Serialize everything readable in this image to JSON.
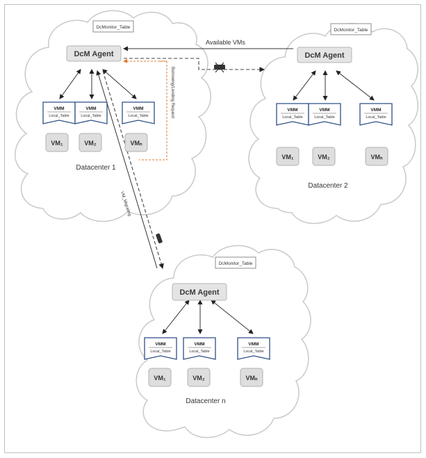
{
  "labels": {
    "available_vms": "Available VMs",
    "vm_migrating": "VM_Migrating",
    "side_label": "Borrowing/Lending Request"
  },
  "datacenters": [
    {
      "name": "Datacenter 1",
      "agent": "DcM Agent",
      "monitor": "DcMonitor_Table",
      "vmms": [
        {
          "title": "VMM",
          "table": "Local_Table"
        },
        {
          "title": "VMM",
          "table": "Local_Table"
        },
        {
          "title": "VMM",
          "table": "Local_Table"
        }
      ],
      "vms": [
        "VM₁",
        "VM₂",
        "VMₙ"
      ]
    },
    {
      "name": "Datacenter 2",
      "agent": "DcM Agent",
      "monitor": "DcMonitor_Table",
      "vmms": [
        {
          "title": "VMM",
          "table": "Local_Table"
        },
        {
          "title": "VMM",
          "table": "Local_Table"
        },
        {
          "title": "VMM",
          "table": "Local_Table"
        }
      ],
      "vms": [
        "VM₁",
        "VM₂",
        "VMₙ"
      ]
    },
    {
      "name": "Datacenter n",
      "agent": "DcM Agent",
      "monitor": "DcMonitor_Table",
      "vmms": [
        {
          "title": "VMM",
          "table": "Local_Table"
        },
        {
          "title": "VMM",
          "table": "Local_Table"
        },
        {
          "title": "VMM",
          "table": "Local_Table"
        }
      ],
      "vms": [
        "VM₁",
        "VM₂",
        "VMₙ"
      ]
    }
  ]
}
